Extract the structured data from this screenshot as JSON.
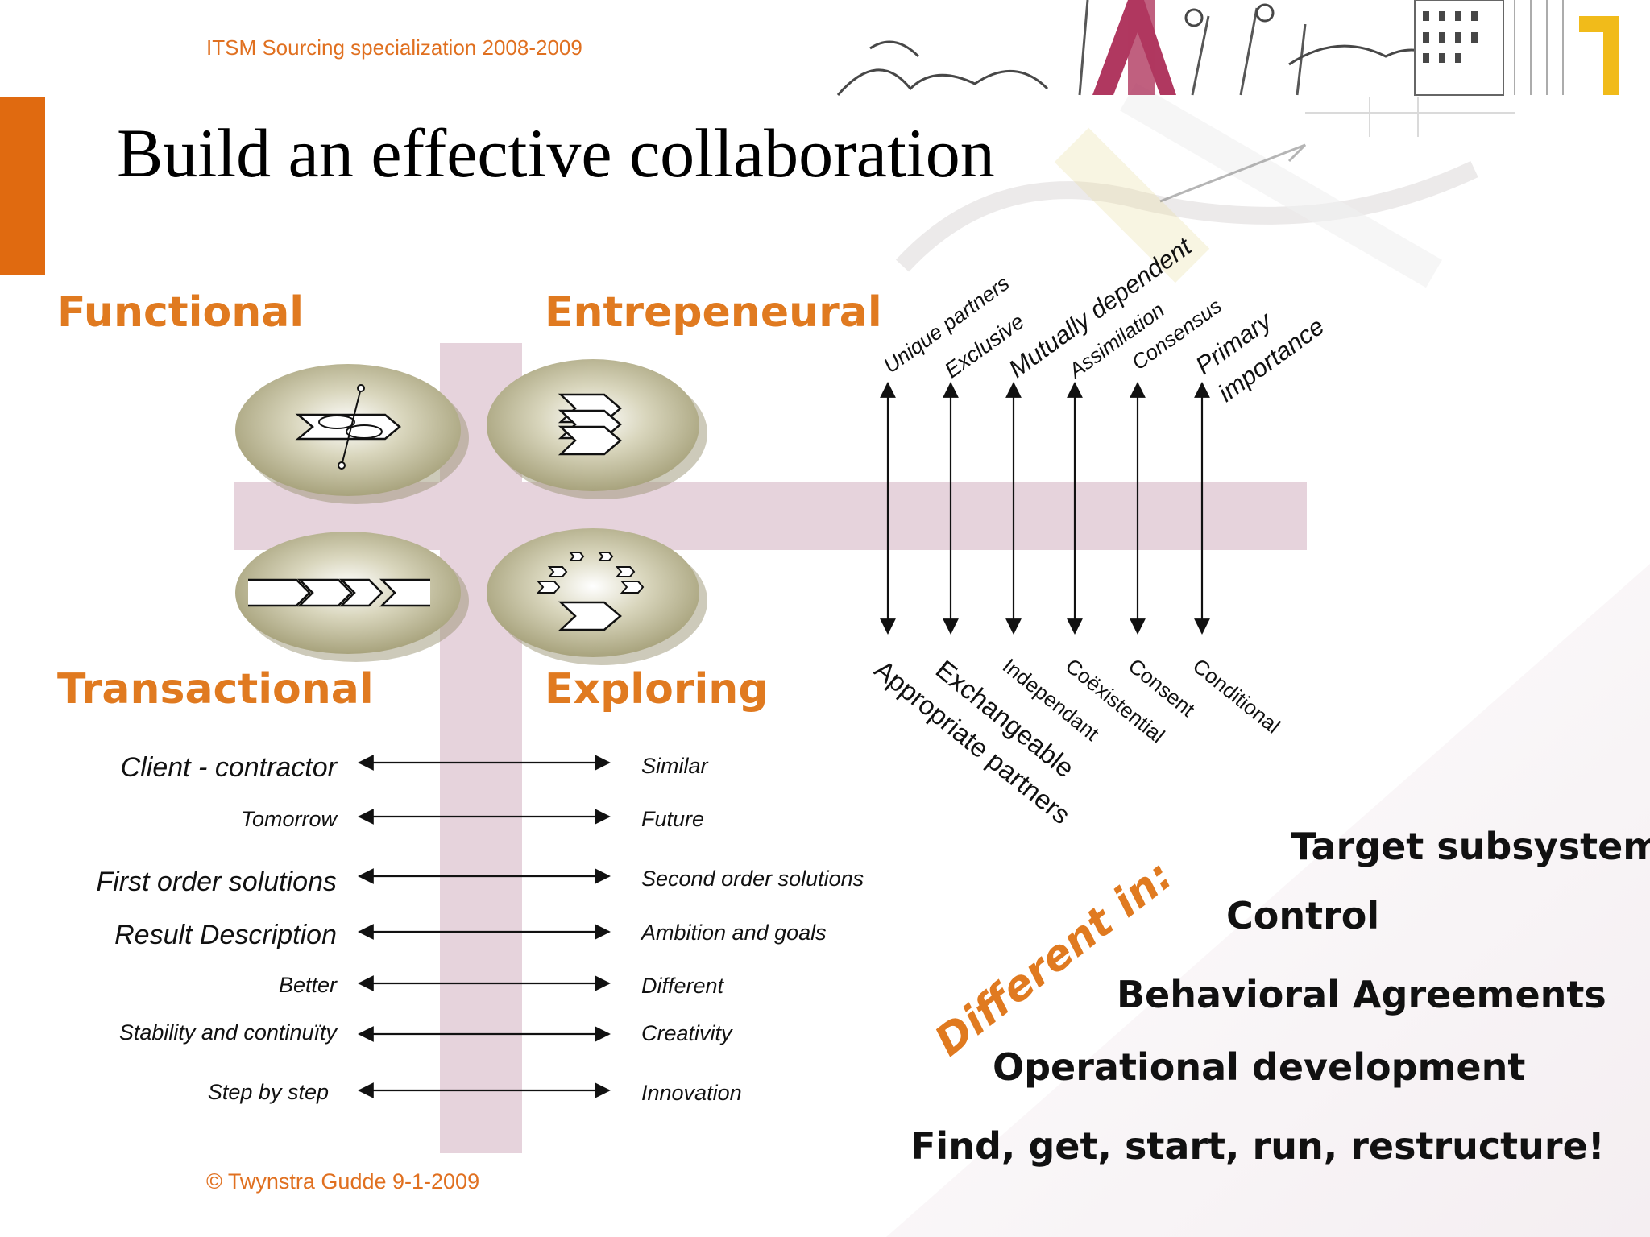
{
  "header": {
    "course": "ITSM Sourcing specialization 2008-2009"
  },
  "slide": {
    "title": "Build an effective collaboration"
  },
  "quadrants": {
    "top_left": "Functional",
    "top_right": "Entrepeneural",
    "bottom_left": "Transactional",
    "bottom_right": "Exploring"
  },
  "contrasts": [
    {
      "left": "Client - contractor",
      "right": "Similar"
    },
    {
      "left": "Tomorrow",
      "right": "Future"
    },
    {
      "left": "First order solutions",
      "right": "Second order solutions"
    },
    {
      "left": "Result Description",
      "right": "Ambition and goals"
    },
    {
      "left": "Better",
      "right": "Different"
    },
    {
      "left": "Stability and continuïty",
      "right": "Creativity"
    },
    {
      "left": "Step by step",
      "right": "Innovation"
    }
  ],
  "axes_top": [
    "Unique partners",
    "Exclusive",
    "Mutually dependent",
    "Assimilation",
    "Consensus",
    "Primary",
    "importance"
  ],
  "axes_bottom": [
    "Appropriate partners",
    "Exchangeable",
    "Independant",
    "Coëxistential",
    "Consent",
    "Conditional"
  ],
  "differences": {
    "label": "Different in:",
    "items": [
      "Target subsystem",
      "Control",
      "Behavioral Agreements",
      "Operational development",
      "Find, get, start, run, restructure!"
    ]
  },
  "footer": {
    "copyright": "© Twynstra Gudde  9-1-2009"
  },
  "colors": {
    "accent": "#e06a10",
    "label_orange": "#e07a20",
    "cross": "#e6d3dc",
    "disc": "#b5b08c"
  }
}
